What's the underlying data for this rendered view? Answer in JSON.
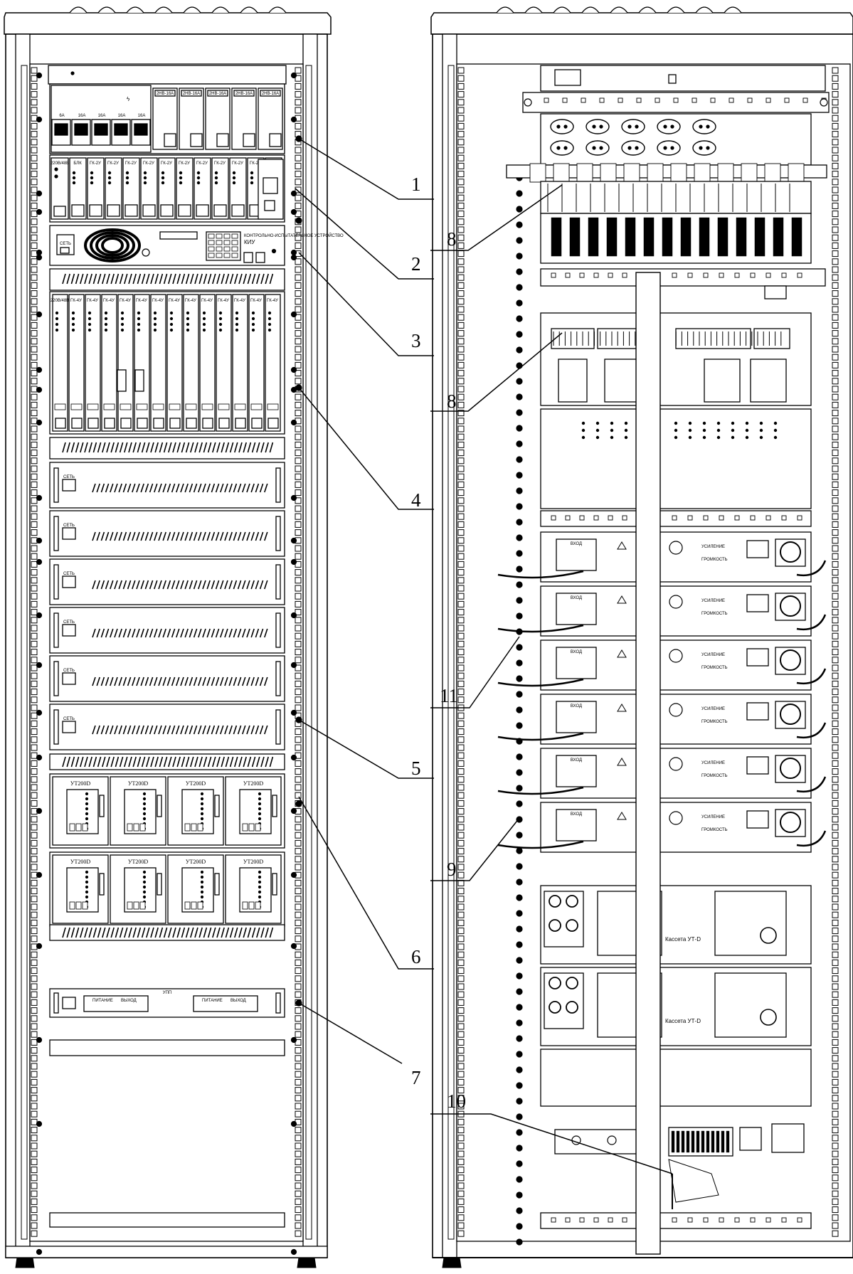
{
  "callouts": {
    "c1": "1",
    "c2": "2",
    "c3": "3",
    "c4": "4",
    "c5": "5",
    "c6": "6",
    "c7": "7",
    "c8a": "8",
    "c8b": "8",
    "c9": "9",
    "c10": "10",
    "c11": "11"
  },
  "front": {
    "breaker_ratings": [
      "6A",
      "16A",
      "16A",
      "16A",
      "16A"
    ],
    "breaker_small": [
      "2НВ-16А",
      "2НВ-16А",
      "2НВ-16А",
      "2НВ-16А",
      "2НВ-16А"
    ],
    "card_titles": [
      "БЛК",
      "ГК-2У",
      "ГК-2У",
      "ГК-2У",
      "ГК-2У",
      "ГК-2У",
      "ГК-2У",
      "ГК-2У",
      "ГК-2У",
      "ГК-2У",
      "ГК-2У",
      "ГК-2У"
    ],
    "psu_label": "220В/48В",
    "kiu_caption": "КОНТРОЛЬНО-ИСПЫТАТЕЛЬНОЕ УСТРОЙСТВО",
    "kiu_title": "КИУ",
    "kiu_left": "СЕТЬ",
    "amp_switch_label": "СЕТЬ",
    "ut_title": "УТ200D",
    "upp_title": "УПП",
    "upp_section": "ПИТАНИЕ",
    "upp_section2": "ВЫХОД"
  },
  "rear": {
    "cassette_title": "Кассета УТ-D",
    "amp_out_label": "ВХОД",
    "amp_gain": "УСИЛЕНИЕ",
    "amp_vol": "ГРОМКОСТЬ"
  }
}
